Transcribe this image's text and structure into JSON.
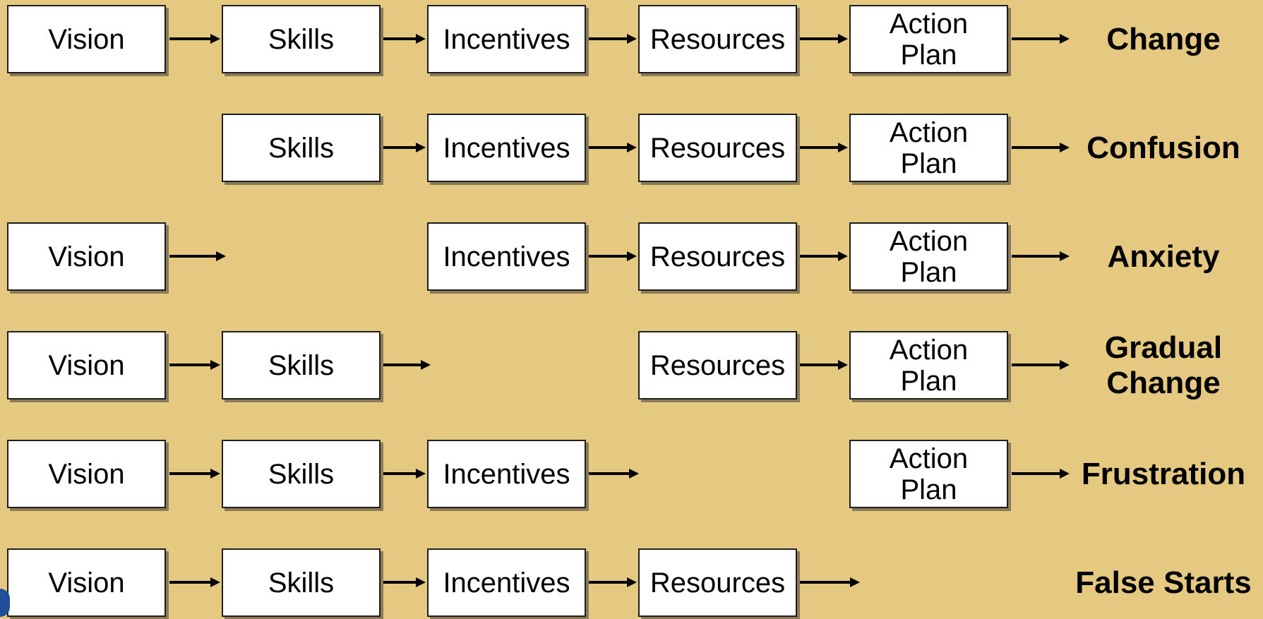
{
  "diagram": {
    "rows": [
      {
        "outcome": "Change",
        "steps": {
          "vision": "Vision",
          "skills": "Skills",
          "incentives": "Incentives",
          "resources": "Resources",
          "action": "Action Plan"
        }
      },
      {
        "outcome": "Confusion",
        "steps": {
          "skills": "Skills",
          "incentives": "Incentives",
          "resources": "Resources",
          "action": "Action Plan"
        }
      },
      {
        "outcome": "Anxiety",
        "steps": {
          "vision": "Vision",
          "incentives": "Incentives",
          "resources": "Resources",
          "action": "Action Plan"
        }
      },
      {
        "outcome": "Gradual Change",
        "steps": {
          "vision": "Vision",
          "skills": "Skills",
          "resources": "Resources",
          "action": "Action Plan"
        }
      },
      {
        "outcome": "Frustration",
        "steps": {
          "vision": "Vision",
          "skills": "Skills",
          "incentives": "Incentives",
          "action": "Action Plan"
        }
      },
      {
        "outcome": "False Starts",
        "steps": {
          "vision": "Vision",
          "skills": "Skills",
          "incentives": "Incentives",
          "resources": "Resources"
        }
      }
    ]
  }
}
